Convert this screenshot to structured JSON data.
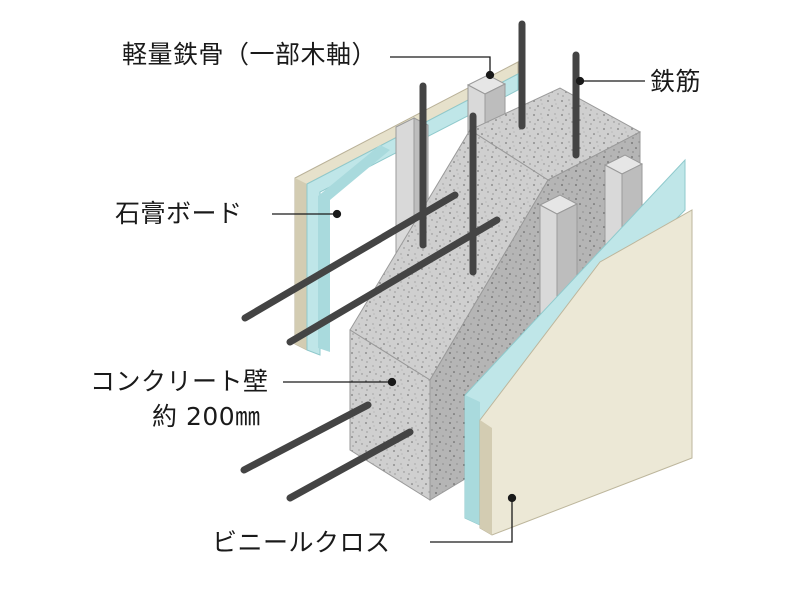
{
  "labels": {
    "steel_frame": "軽量鉄骨（一部木軸）",
    "rebar": "鉄筋",
    "gypsum_board": "石膏ボード",
    "concrete_wall": "コンクリート壁",
    "thickness": "約 200㎜",
    "vinyl_cloth": "ビニールクロス"
  },
  "colors": {
    "concrete": "#cfcfcf",
    "concrete_side": "#b4b4b4",
    "gypsum": "#bfe6e8",
    "gypsum_edge": "#8fc9cc",
    "cloth": "#ece8d6",
    "cloth_edge": "#d3ccb2",
    "steel": "#d6d6d6",
    "rebar": "#444444",
    "line": "#1a1a1a"
  }
}
